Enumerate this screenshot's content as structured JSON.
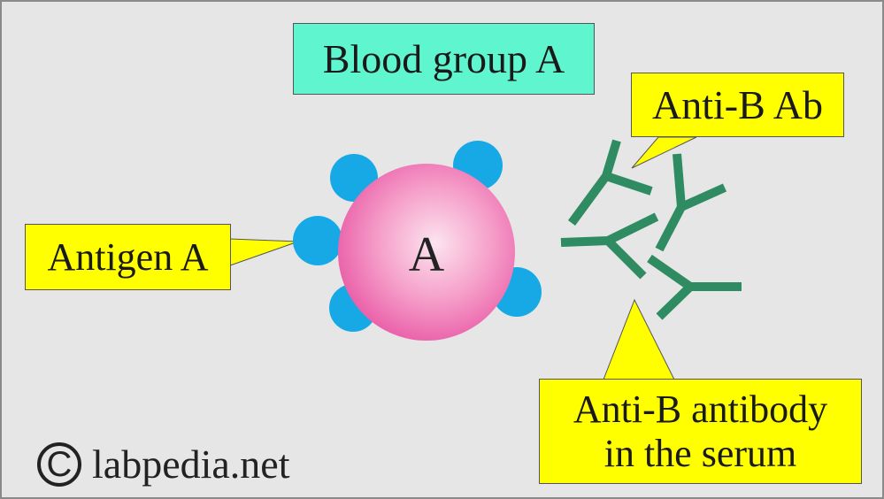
{
  "title": "Blood group A",
  "cell": {
    "letter": "A",
    "membrane_color": "#f07ab8",
    "antigen_color": "#17a9e6"
  },
  "labels": {
    "antigen": "Antigen A",
    "antibody_short": "Anti-B Ab",
    "serum_line1": "Anti-B antibody",
    "serum_line2": "in the serum"
  },
  "antibody_color": "#2e8b62",
  "watermark": {
    "symbol": "C",
    "text": "labpedia.net",
    "icon": "copyright-icon"
  }
}
